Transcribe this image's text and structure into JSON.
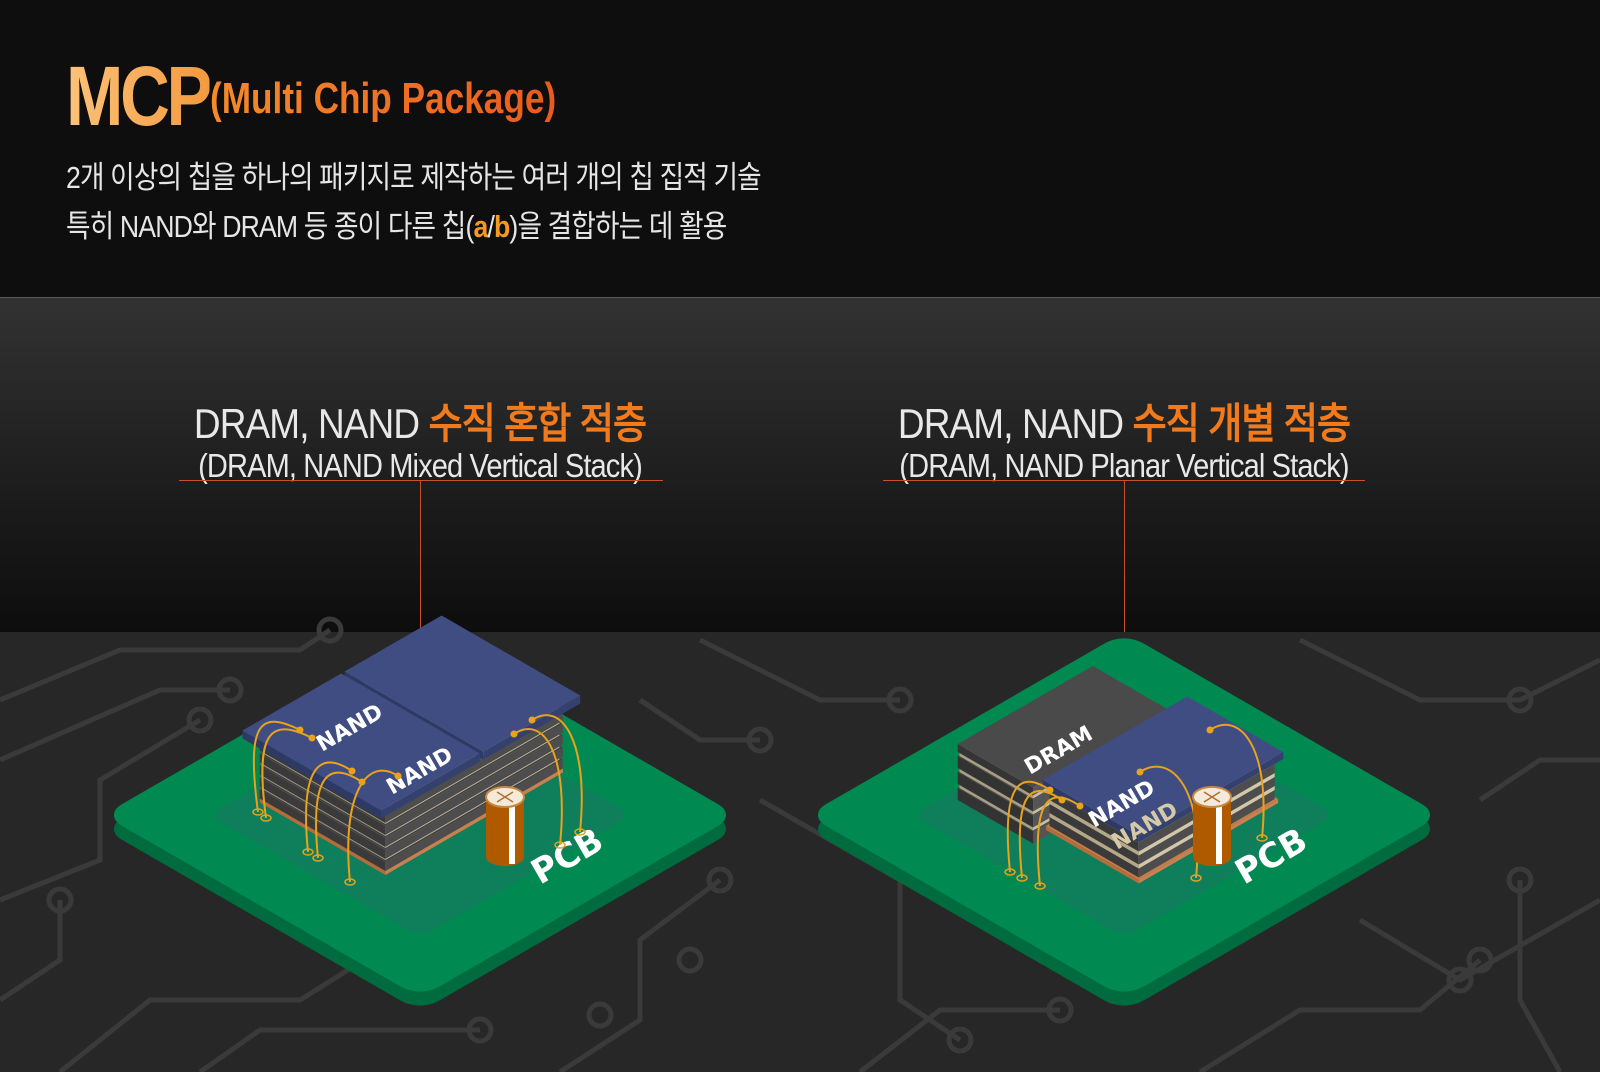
{
  "header": {
    "title_abbr": "MCP",
    "title_full": "(Multi Chip Package)",
    "desc_line1": "2개 이상의 칩을 하나의 패키지로 제작하는 여러 개의 칩 집적 기술",
    "desc_line2_a": "특히 NAND와 DRAM 등 종이 다른 칩(",
    "desc_line2_hl_a": "a",
    "desc_line2_slash": "/",
    "desc_line2_hl_b": "b",
    "desc_line2_b": ")을 결합하는 데 활용"
  },
  "diagrams": [
    {
      "heading_plain": "DRAM, NAND ",
      "heading_accent": "수직 혼합 적층",
      "subheading": "(DRAM, NAND Mixed Vertical Stack)",
      "chip_labels": [
        "NAND",
        "NAND"
      ],
      "board_label": "PCB"
    },
    {
      "heading_plain": "DRAM, NAND ",
      "heading_accent": "수직 개별 적층",
      "subheading": "(DRAM, NAND Planar Vertical Stack)",
      "chip_labels": [
        "DRAM",
        "NAND",
        "NAND"
      ],
      "board_label": "PCB"
    }
  ],
  "colors": {
    "accent_orange": "#f07a1c",
    "title_gradient_start": "#fcc27a",
    "pcb_green": "#008a52",
    "nand_blue": "#3c4a7e",
    "dram_gray": "#474747",
    "wire_gold": "#e8a21c",
    "capacitor_brown": "#b05a00"
  }
}
